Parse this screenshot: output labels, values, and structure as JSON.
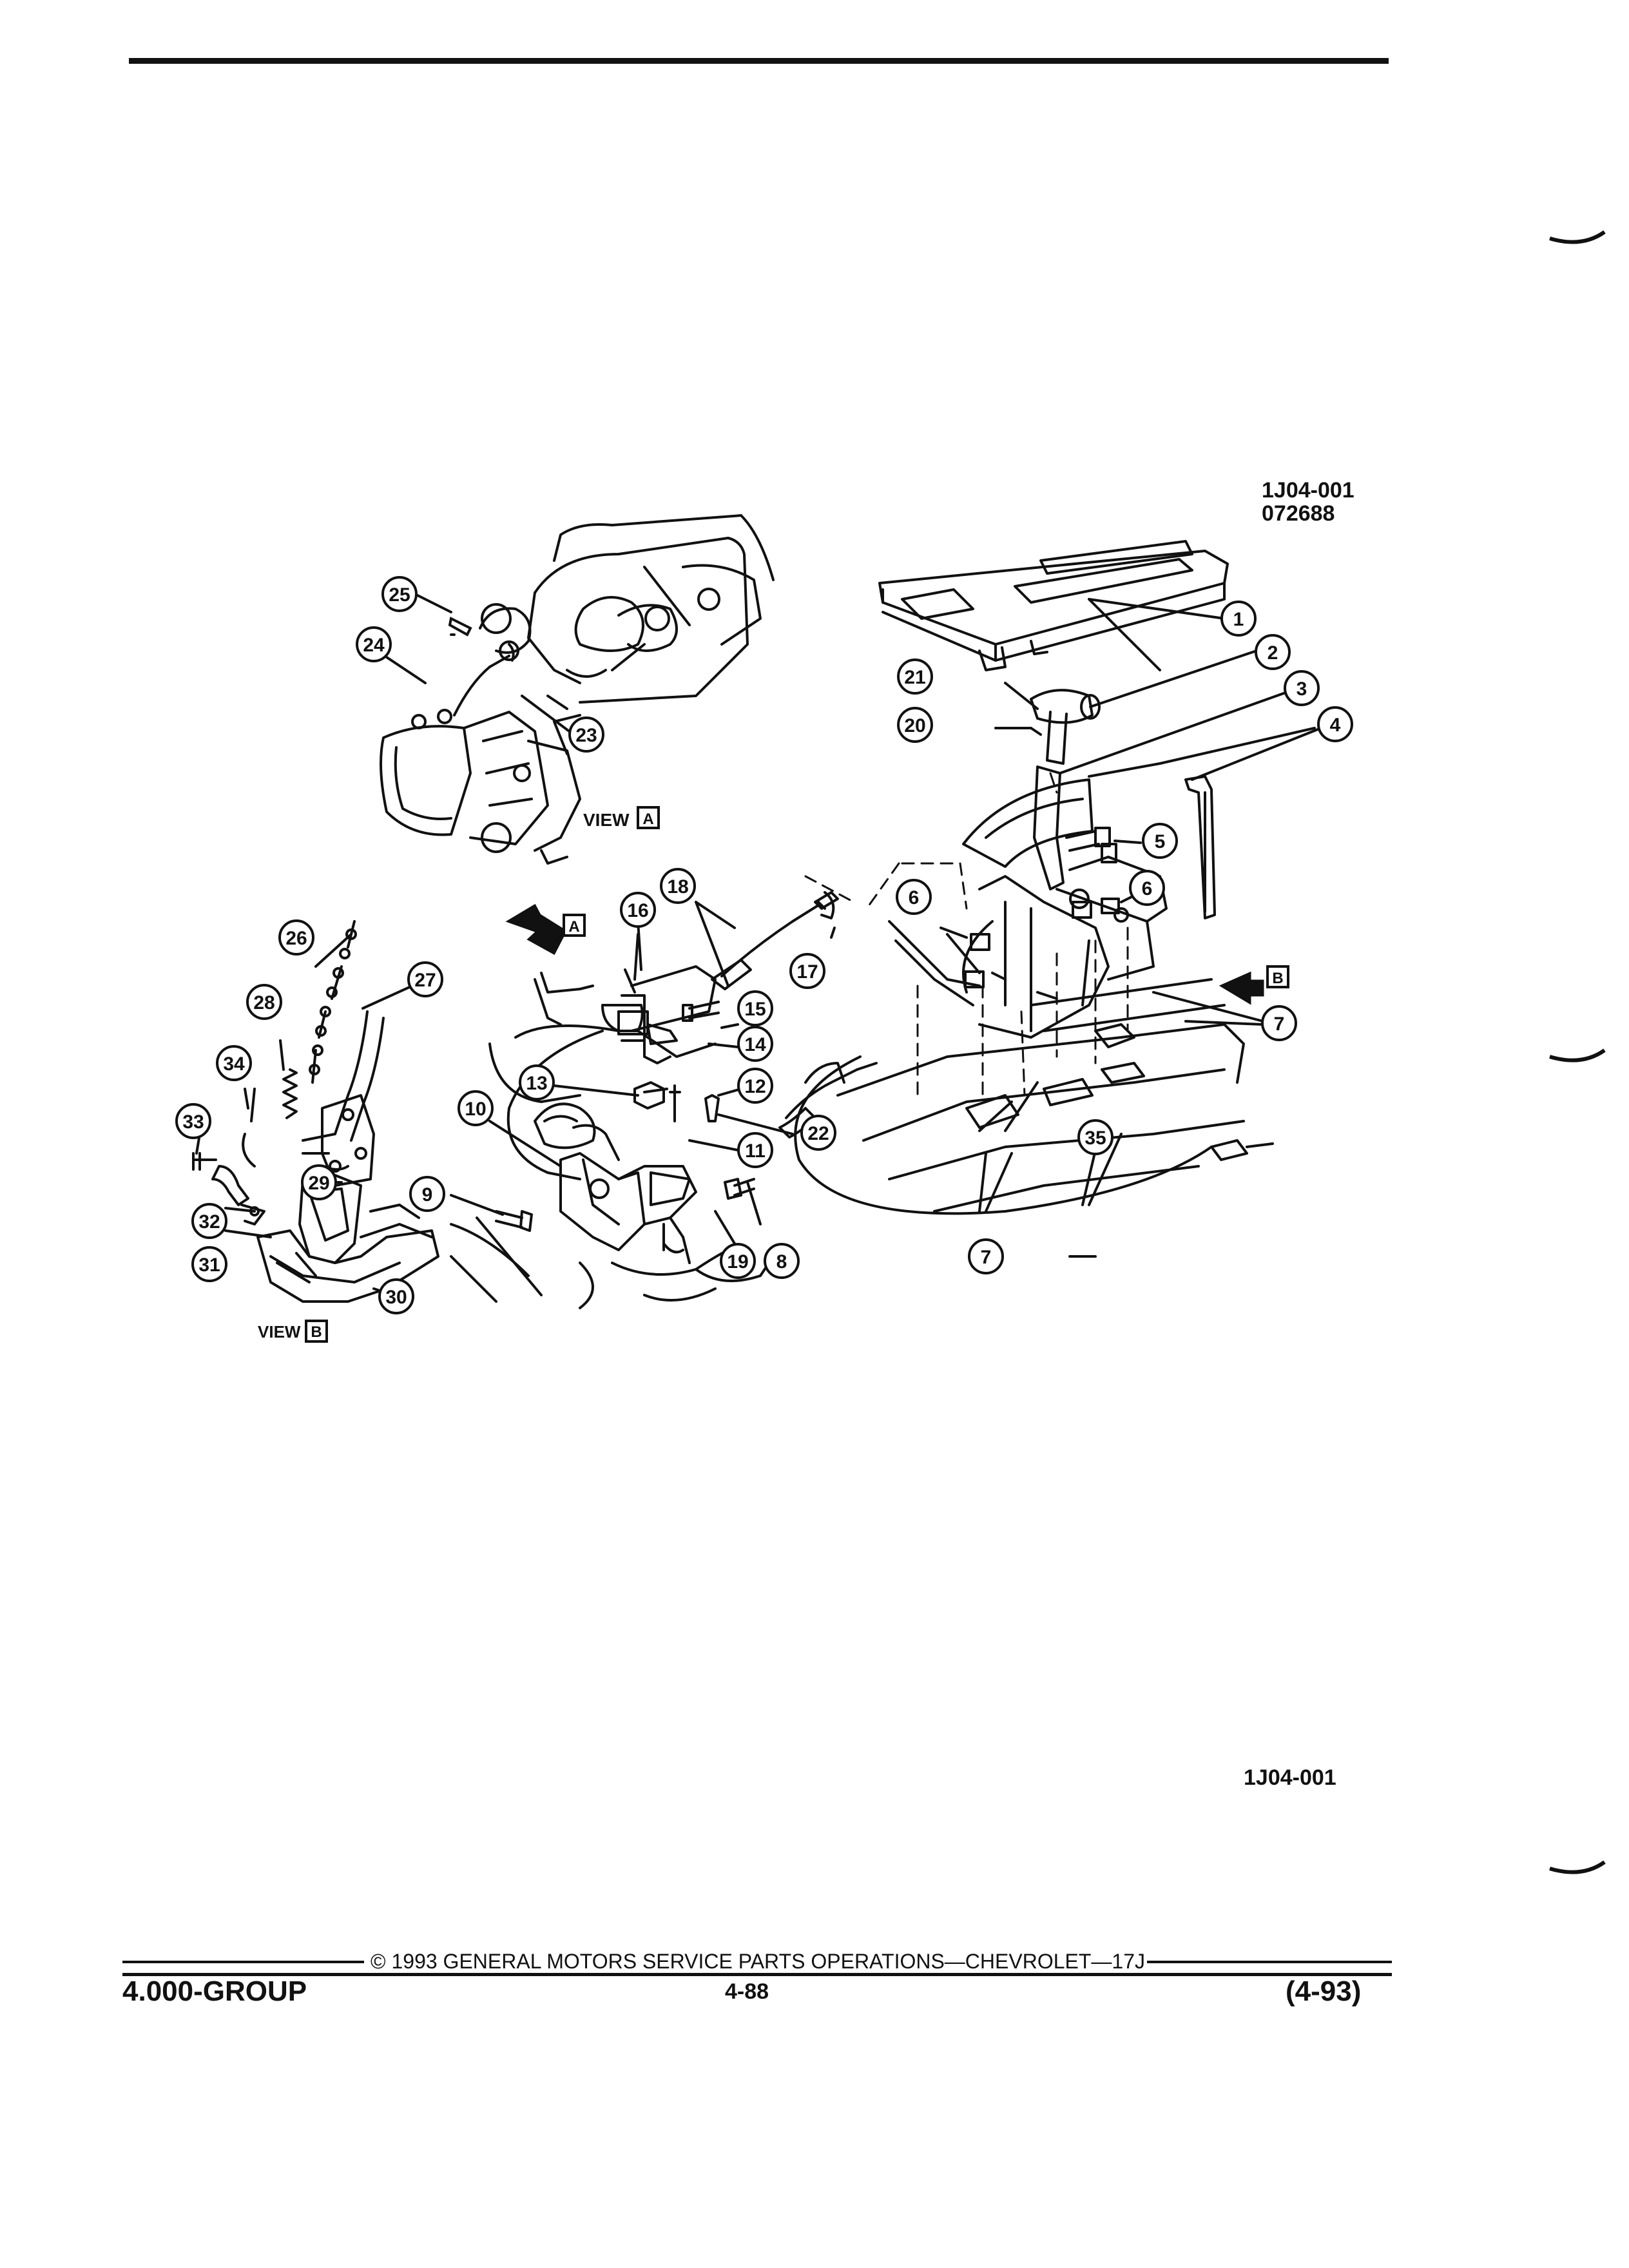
{
  "figure": {
    "code_top": "1J04-001",
    "date_code": "072688",
    "code_bottom": "1J04-001",
    "view_labels": [
      {
        "prefix": "VIEW",
        "letter": "A"
      },
      {
        "prefix": "VIEW",
        "letter": "B"
      }
    ],
    "direction_arrows": [
      {
        "letter": "A"
      },
      {
        "letter": "B"
      }
    ],
    "callouts": [
      "1",
      "2",
      "3",
      "4",
      "5",
      "6",
      "6",
      "7",
      "7",
      "8",
      "9",
      "10",
      "11",
      "12",
      "13",
      "14",
      "15",
      "16",
      "17",
      "18",
      "19",
      "20",
      "21",
      "22",
      "23",
      "24",
      "25",
      "26",
      "27",
      "28",
      "29",
      "30",
      "31",
      "32",
      "33",
      "34",
      "35"
    ]
  },
  "footer": {
    "copyright": "© 1993 GENERAL MOTORS SERVICE PARTS OPERATIONS—CHEVROLET—17J",
    "group": "4.000-GROUP",
    "page_number": "4-88",
    "revision": "(4-93)"
  }
}
